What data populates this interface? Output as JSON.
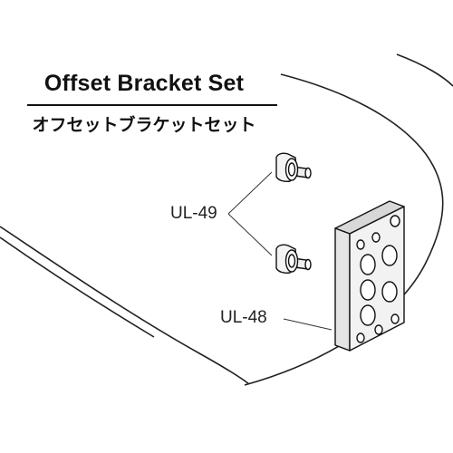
{
  "title": {
    "english": "Offset Bracket Set",
    "japanese": "オフセットブラケットセット"
  },
  "parts": [
    {
      "code": "UL-49",
      "item": "bolt",
      "quantity": 2
    },
    {
      "code": "UL-48",
      "item": "bracket",
      "quantity": 1
    }
  ],
  "colors": {
    "background": "#ffffff",
    "ink": "#111111",
    "bracket_face": "#f2f2f2",
    "bracket_side": "#e4e4e4",
    "bracket_top": "#d8d8d8"
  }
}
